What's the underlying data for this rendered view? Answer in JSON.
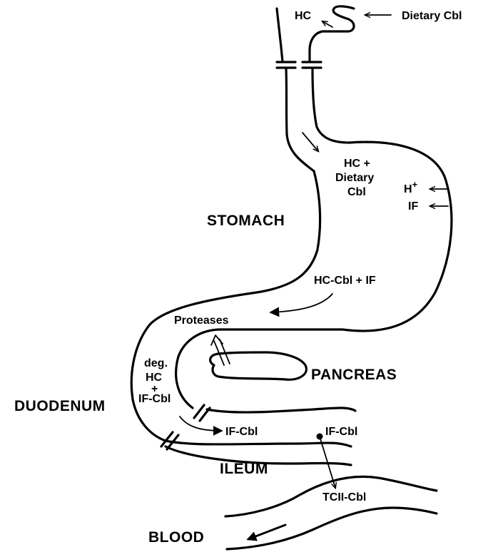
{
  "labels": {
    "hc_top": "HC",
    "dietary_cbl_top": "Dietary Cbl",
    "hc_plus": "HC +",
    "dietary": "Dietary",
    "cbl": "Cbl",
    "h_ion": "H",
    "h_plus_sup": "+",
    "intrinsic_factor": "IF",
    "stomach": "STOMACH",
    "hc_cbl_if": "HC-Cbl + IF",
    "proteases": "Proteases",
    "deg": "deg.",
    "hc_mid": "HC",
    "plus_mid": "+",
    "if_cbl_duodenum": "IF-Cbl",
    "pancreas": "PANCREAS",
    "duodenum": "DUODENUM",
    "if_cbl_flow": "IF-Cbl",
    "if_cbl_receptor": "IF-Cbl",
    "ileum": "ILEUM",
    "tcii_cbl": "TCII-Cbl",
    "blood": "BLOOD"
  }
}
